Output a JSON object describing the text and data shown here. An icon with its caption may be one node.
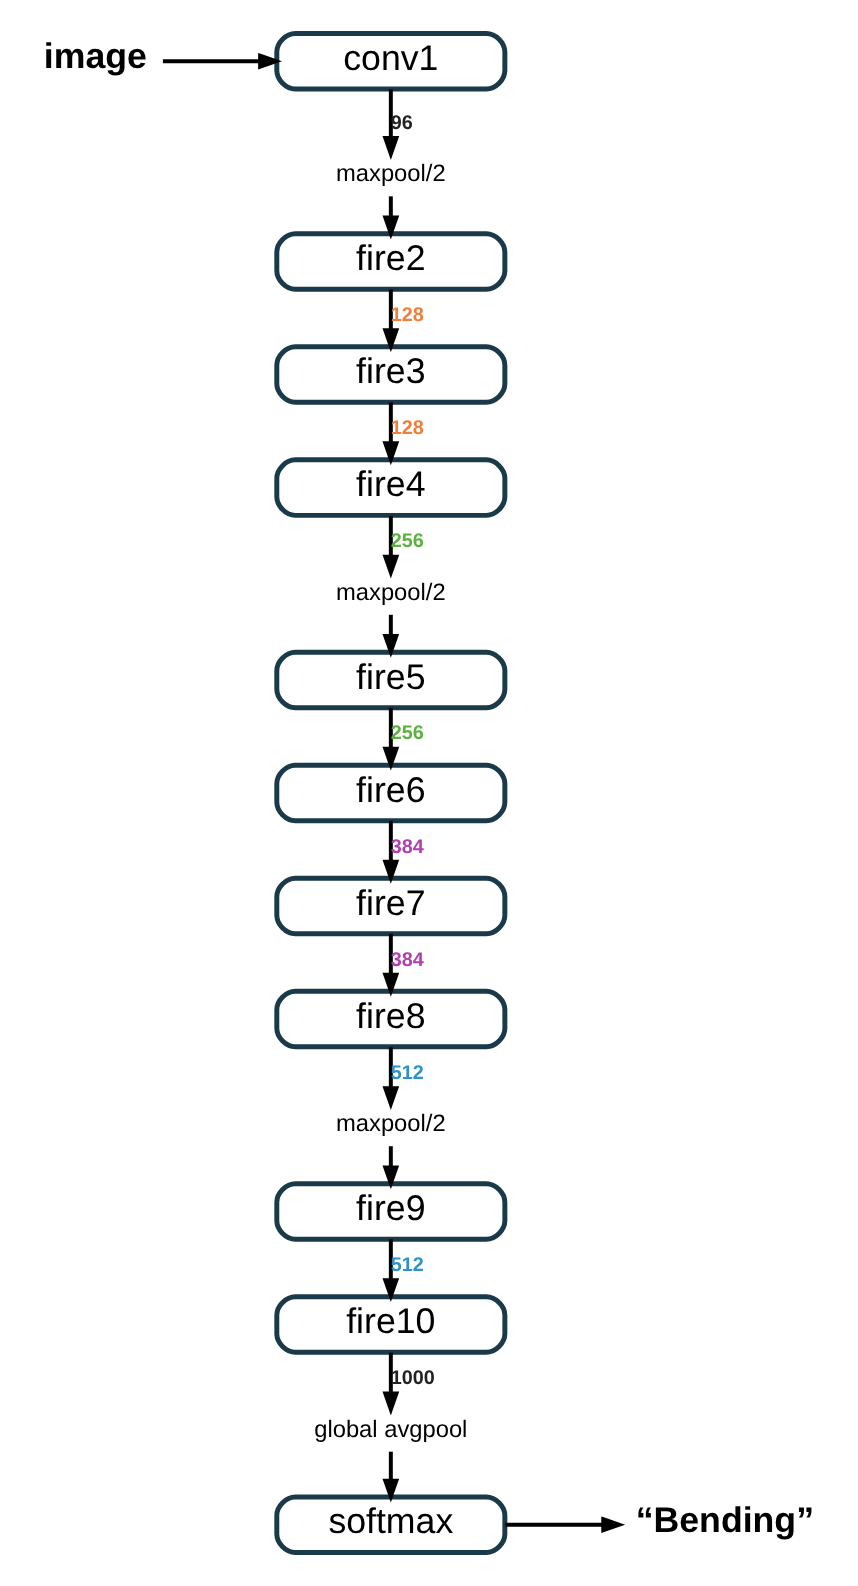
{
  "diagram": {
    "nodes": [
      {
        "text": [
          "image"
        ]
      },
      {
        "text": [
          "conv1"
        ]
      },
      {
        "text": [
          "maxpool/2"
        ]
      },
      {
        "text": [
          "fire2"
        ]
      },
      {
        "text": [
          "fire3"
        ]
      },
      {
        "text": [
          "fire4"
        ]
      },
      {
        "text": [
          "maxpool/2"
        ]
      },
      {
        "text": [
          "fire5"
        ]
      },
      {
        "text": [
          "fire6"
        ]
      },
      {
        "text": [
          "fire7"
        ]
      },
      {
        "text": [
          "fire8"
        ]
      },
      {
        "text": [
          "maxpool/2"
        ]
      },
      {
        "text": [
          "fire9"
        ]
      },
      {
        "text": [
          "fire10"
        ]
      },
      {
        "text": [
          "global avgpool"
        ]
      },
      {
        "text": [
          "softmax"
        ]
      },
      {
        "text": [
          "“Bending”"
        ]
      }
    ],
    "edges": [
      {
        "from": 0,
        "to": 1,
        "arrow": "to"
      },
      {
        "from": 1,
        "to": 2,
        "arrow": "to",
        "label": "96"
      },
      {
        "from": 2,
        "to": 3,
        "arrow": "to"
      },
      {
        "from": 3,
        "to": 4,
        "arrow": "to",
        "label": "128"
      },
      {
        "from": 4,
        "to": 5,
        "arrow": "to",
        "label": "128"
      },
      {
        "from": 5,
        "to": 6,
        "arrow": "to",
        "label": "256"
      },
      {
        "from": 6,
        "to": 7,
        "arrow": "to"
      },
      {
        "from": 7,
        "to": 8,
        "arrow": "to",
        "label": "256"
      },
      {
        "from": 8,
        "to": 9,
        "arrow": "to",
        "label": "384"
      },
      {
        "from": 9,
        "to": 10,
        "arrow": "to",
        "label": "384"
      },
      {
        "from": 10,
        "to": 11,
        "arrow": "to",
        "label": "512"
      },
      {
        "from": 11,
        "to": 12,
        "arrow": "to"
      },
      {
        "from": 12,
        "to": 13,
        "arrow": "to",
        "label": "512"
      },
      {
        "from": 13,
        "to": 14,
        "arrow": "to",
        "label": "1000"
      },
      {
        "from": 14,
        "to": 15,
        "arrow": "to"
      },
      {
        "from": 15,
        "to": 16,
        "arrow": "to"
      }
    ]
  }
}
